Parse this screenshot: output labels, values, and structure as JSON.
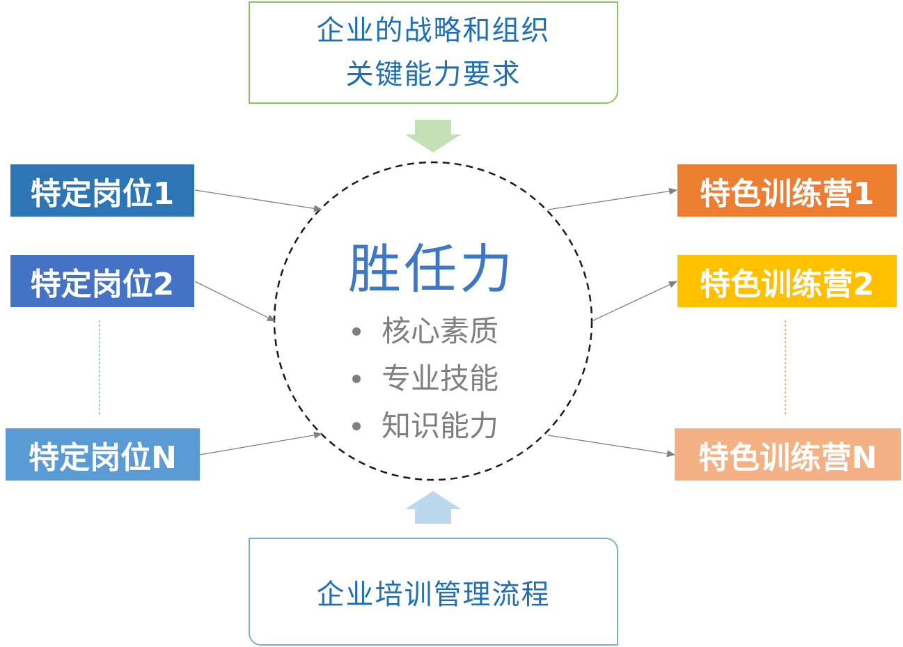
{
  "top": {
    "line1": "企业的战略和组织",
    "line2": "关键能力要求"
  },
  "bottom": {
    "label": "企业培训管理流程"
  },
  "center": {
    "title": "胜任力",
    "items": [
      "核心素质",
      "专业技能",
      "知识能力"
    ]
  },
  "positions": [
    "特定岗位1",
    "特定岗位2",
    "特定岗位N"
  ],
  "camps": [
    "特色训练营1",
    "特色训练营2",
    "特色训练营N"
  ],
  "colors": {
    "top_border": "#8ac462",
    "bottom_border": "#7aaedc",
    "text_blue": "#1f6fb5",
    "position_1": "#2e75b6",
    "position_2": "#4472c4",
    "position_n": "#5b9bd5",
    "camp_1": "#ed7d31",
    "camp_2": "#ffc000",
    "camp_n": "#f4b183"
  }
}
